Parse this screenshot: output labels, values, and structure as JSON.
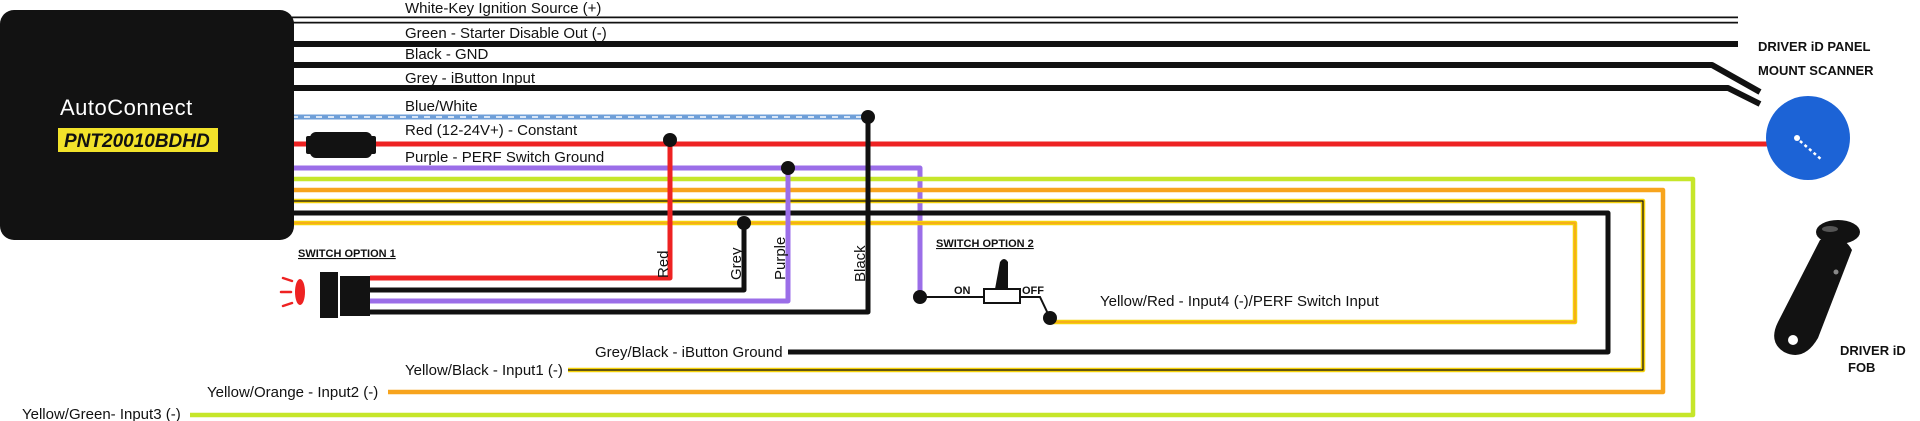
{
  "module": {
    "brand": "AutoConnect",
    "part_number": "PNT20010BDHD"
  },
  "wires": {
    "white": "White-Key Ignition Source (+)",
    "green": "Green - Starter Disable Out (-)",
    "black": "Black - GND",
    "grey": "Grey - iButton Input",
    "blue_white": "Blue/White",
    "red": "Red (12-24V+) - Constant",
    "purple": "Purple - PERF Switch Ground",
    "yellow_red": "Yellow/Red - Input4 (-)/PERF Switch Input",
    "grey_black": "Grey/Black - iButton Ground",
    "yellow_black": "Yellow/Black - Input1 (-)",
    "yellow_orange": "Yellow/Orange - Input2 (-)",
    "yellow_green": "Yellow/Green- Input3 (-)"
  },
  "vertical_labels": {
    "red": "Red",
    "grey": "Grey",
    "purple": "Purple",
    "black": "Black"
  },
  "switch_option_1": {
    "title": "SWITCH OPTION 1"
  },
  "switch_option_2": {
    "title": "SWITCH OPTION 2",
    "on": "ON",
    "off": "OFF"
  },
  "scanner": {
    "line1": "DRIVER iD PANEL",
    "line2": "MOUNT SCANNER"
  },
  "fob": {
    "line1": "DRIVER iD",
    "line2": "FOB"
  },
  "colors": {
    "white_wire": "#ffffff",
    "black_wire": "#111111",
    "blue_wire": "#6f9fd8",
    "red_wire": "#ee2222",
    "purple_wire": "#9b6ee8",
    "yellow_wire": "#f5d10a",
    "orange_wire": "#f7a41d",
    "green_wire": "#c6e62a",
    "scanner_blue": "#1c63d6",
    "part_badge": "#f2e22a"
  }
}
